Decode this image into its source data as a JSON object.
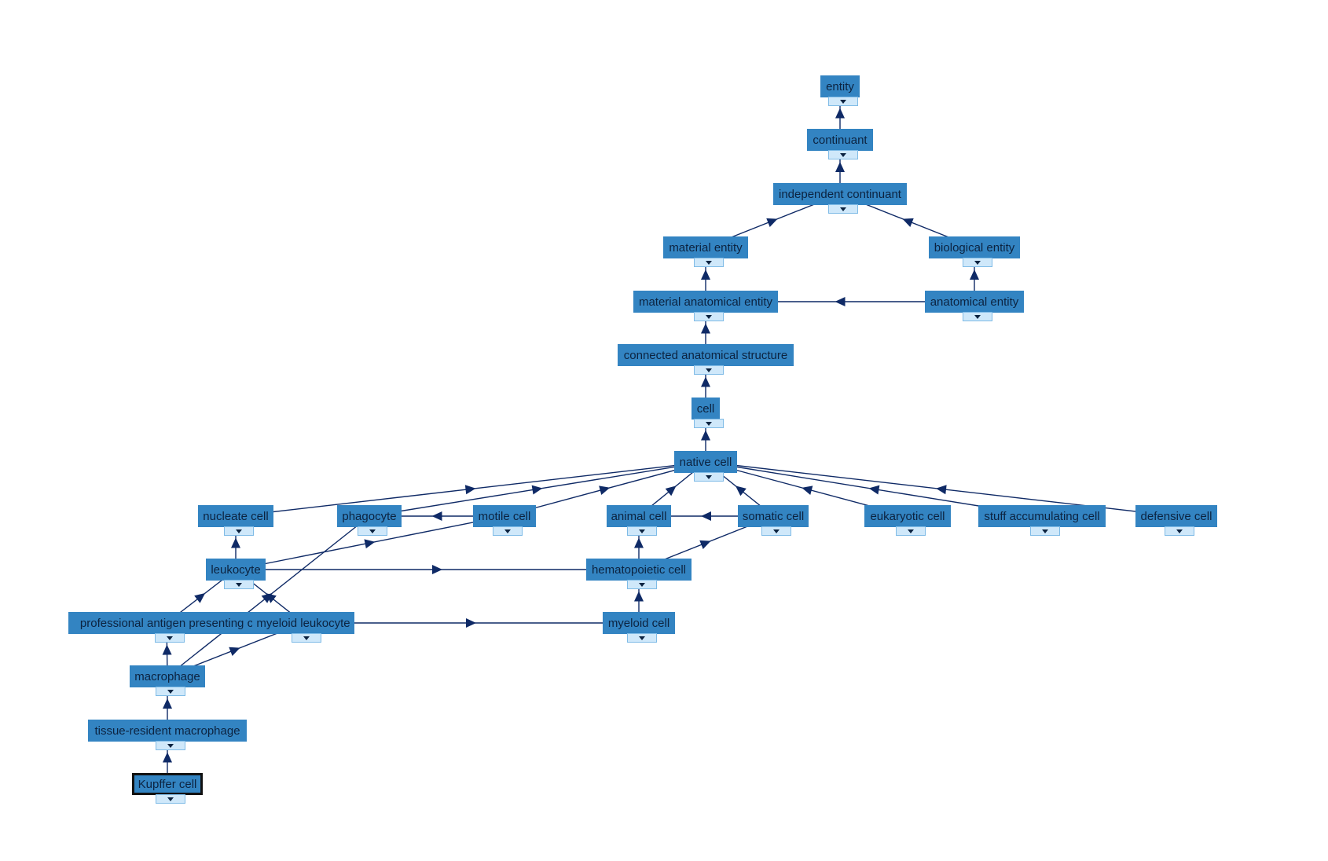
{
  "colors": {
    "node_fill": "#3384c2",
    "node_text": "#0c2340",
    "edge": "#0f2a66",
    "expander_fill": "#cfe8fa",
    "selected_border": "#111111"
  },
  "expander_icon": "chevron-down-icon",
  "nodes": [
    {
      "id": "entity",
      "label": "entity"
    },
    {
      "id": "continuant",
      "label": "continuant"
    },
    {
      "id": "independent_continuant",
      "label": "independent continuant"
    },
    {
      "id": "material_entity",
      "label": "material entity"
    },
    {
      "id": "biological_entity",
      "label": "biological entity"
    },
    {
      "id": "material_anatomical_entity",
      "label": "material anatomical entity"
    },
    {
      "id": "anatomical_entity",
      "label": "anatomical entity"
    },
    {
      "id": "connected_anatomical_structure",
      "label": "connected anatomical structure"
    },
    {
      "id": "cell",
      "label": "cell"
    },
    {
      "id": "native_cell",
      "label": "native cell"
    },
    {
      "id": "nucleate_cell",
      "label": "nucleate cell"
    },
    {
      "id": "phagocyte",
      "label": "phagocyte"
    },
    {
      "id": "motile_cell",
      "label": "motile cell"
    },
    {
      "id": "animal_cell",
      "label": "animal cell"
    },
    {
      "id": "somatic_cell",
      "label": "somatic cell"
    },
    {
      "id": "eukaryotic_cell",
      "label": "eukaryotic cell"
    },
    {
      "id": "stuff_accumulating_cell",
      "label": "stuff accumulating cell"
    },
    {
      "id": "defensive_cell",
      "label": "defensive cell"
    },
    {
      "id": "leukocyte",
      "label": "leukocyte"
    },
    {
      "id": "hematopoietic_cell",
      "label": "hematopoietic cell"
    },
    {
      "id": "professional_apc",
      "label": "professional antigen presenting c"
    },
    {
      "id": "myeloid_leukocyte",
      "label": "myeloid leukocyte"
    },
    {
      "id": "myeloid_cell",
      "label": "myeloid cell"
    },
    {
      "id": "macrophage",
      "label": "macrophage"
    },
    {
      "id": "tissue_resident_macrophage",
      "label": "tissue-resident macrophage"
    },
    {
      "id": "kupffer_cell",
      "label": "Kupffer cell",
      "selected": true
    }
  ],
  "edges": [
    {
      "from": "continuant",
      "to": "entity"
    },
    {
      "from": "independent_continuant",
      "to": "continuant"
    },
    {
      "from": "material_entity",
      "to": "independent_continuant"
    },
    {
      "from": "biological_entity",
      "to": "independent_continuant"
    },
    {
      "from": "material_anatomical_entity",
      "to": "material_entity"
    },
    {
      "from": "anatomical_entity",
      "to": "biological_entity"
    },
    {
      "from": "anatomical_entity",
      "to": "material_anatomical_entity"
    },
    {
      "from": "connected_anatomical_structure",
      "to": "material_anatomical_entity"
    },
    {
      "from": "cell",
      "to": "connected_anatomical_structure"
    },
    {
      "from": "native_cell",
      "to": "cell"
    },
    {
      "from": "nucleate_cell",
      "to": "native_cell"
    },
    {
      "from": "phagocyte",
      "to": "native_cell"
    },
    {
      "from": "motile_cell",
      "to": "native_cell"
    },
    {
      "from": "animal_cell",
      "to": "native_cell"
    },
    {
      "from": "somatic_cell",
      "to": "native_cell"
    },
    {
      "from": "eukaryotic_cell",
      "to": "native_cell"
    },
    {
      "from": "stuff_accumulating_cell",
      "to": "native_cell"
    },
    {
      "from": "defensive_cell",
      "to": "native_cell"
    },
    {
      "from": "motile_cell",
      "to": "phagocyte"
    },
    {
      "from": "somatic_cell",
      "to": "animal_cell"
    },
    {
      "from": "leukocyte",
      "to": "nucleate_cell"
    },
    {
      "from": "leukocyte",
      "to": "motile_cell"
    },
    {
      "from": "hematopoietic_cell",
      "to": "animal_cell"
    },
    {
      "from": "hematopoietic_cell",
      "to": "somatic_cell"
    },
    {
      "from": "leukocyte",
      "to": "hematopoietic_cell"
    },
    {
      "from": "professional_apc",
      "to": "leukocyte"
    },
    {
      "from": "myeloid_leukocyte",
      "to": "leukocyte"
    },
    {
      "from": "myeloid_cell",
      "to": "hematopoietic_cell"
    },
    {
      "from": "myeloid_leukocyte",
      "to": "myeloid_cell"
    },
    {
      "from": "macrophage",
      "to": "professional_apc"
    },
    {
      "from": "macrophage",
      "to": "myeloid_leukocyte"
    },
    {
      "from": "macrophage",
      "to": "phagocyte"
    },
    {
      "from": "tissue_resident_macrophage",
      "to": "macrophage"
    },
    {
      "from": "kupffer_cell",
      "to": "tissue_resident_macrophage"
    }
  ]
}
